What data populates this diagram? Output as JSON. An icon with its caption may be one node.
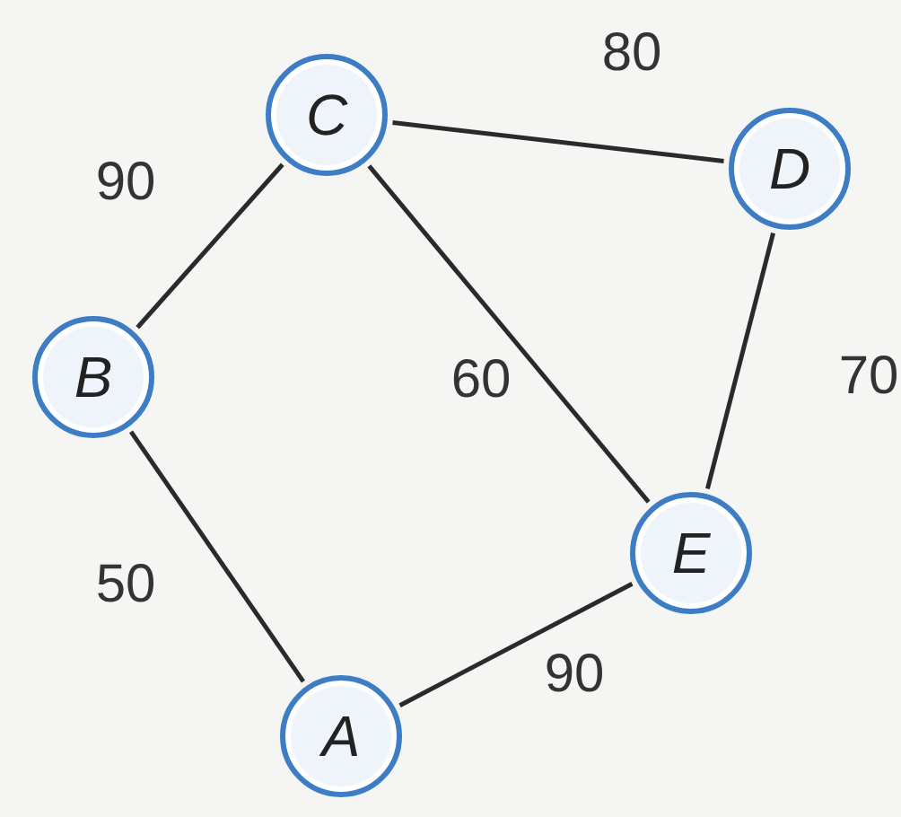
{
  "diagram": {
    "nodes": [
      {
        "text": [
          "C"
        ]
      },
      {
        "text": [
          "D"
        ]
      },
      {
        "text": [
          "B"
        ]
      },
      {
        "text": [
          "E"
        ]
      },
      {
        "text": [
          "A"
        ]
      }
    ],
    "edges": [
      {
        "from": 0,
        "to": 1,
        "arrow": "none",
        "label": "80"
      },
      {
        "from": 0,
        "to": 2,
        "arrow": "none",
        "label": "90"
      },
      {
        "from": 0,
        "to": 3,
        "arrow": "none",
        "label": "60"
      },
      {
        "from": 1,
        "to": 3,
        "arrow": "none",
        "label": "70"
      },
      {
        "from": 2,
        "to": 4,
        "arrow": "none",
        "label": "50"
      },
      {
        "from": 4,
        "to": 3,
        "arrow": "none",
        "label": "90"
      }
    ]
  }
}
